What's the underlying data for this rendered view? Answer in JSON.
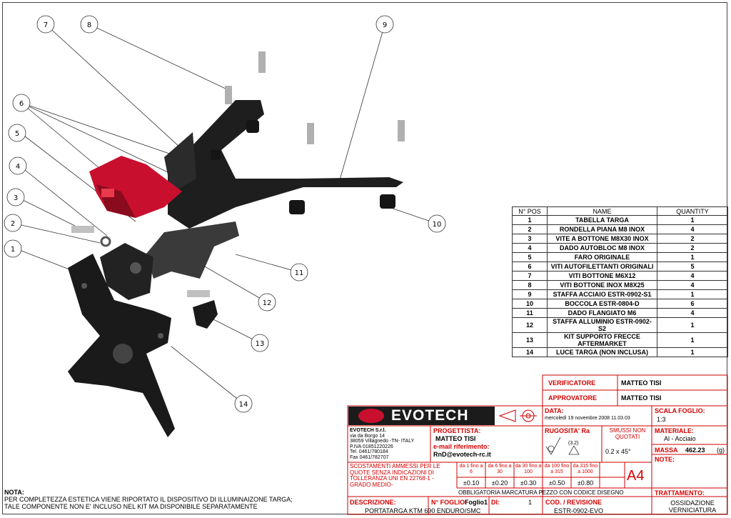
{
  "callouts": [
    "1",
    "2",
    "3",
    "4",
    "5",
    "6",
    "7",
    "8",
    "9",
    "10",
    "11",
    "12",
    "13",
    "14"
  ],
  "bom": {
    "headers": [
      "N° POS",
      "NAME",
      "QUANTITY"
    ],
    "rows": [
      [
        "1",
        "TABELLA TARGA",
        "1"
      ],
      [
        "2",
        "RONDELLA PIANA M8 INOX",
        "4"
      ],
      [
        "3",
        "VITE A BOTTONE M8X30 INOX",
        "2"
      ],
      [
        "4",
        "DADO AUTOBLOC M8 INOX",
        "2"
      ],
      [
        "5",
        "FARO ORIGINALE",
        "1"
      ],
      [
        "6",
        "VITI AUTOFILETTANTI ORIGINALI",
        "5"
      ],
      [
        "7",
        "VITI BOTTONE M6X12",
        "4"
      ],
      [
        "8",
        "VITI BOTTONE INOX M8X25",
        "4"
      ],
      [
        "9",
        "STAFFA ACCIAIO ESTR-0902-S1",
        "1"
      ],
      [
        "10",
        "BOCCOLA ESTR-0804-D",
        "6"
      ],
      [
        "11",
        "DADO FLANGIATO M6",
        "4"
      ],
      [
        "12",
        "STAFFA ALLUMINIO ESTR-0902-S2",
        "1"
      ],
      [
        "13",
        "KIT SUPPORTO FRECCE AFTERMARKET",
        "1"
      ],
      [
        "14",
        "LUCE TARGA (NON INCLUSA)",
        "1"
      ]
    ]
  },
  "verification": {
    "verificatore_label": "VERIFICATORE",
    "verificatore_name": "MATTEO  TISI",
    "approvatore_label": "APPROVATORE",
    "approvatore_name": "MATTEO  TISI"
  },
  "title_block": {
    "logo": "EVOTECH",
    "company": [
      "EVOTECH S.r.l.",
      "via da Borgo 14",
      "38059 Villagnedo -TN- ITALY",
      "P.IVA 01851220226",
      "Tel. 0461/780184",
      "Fax 0461/782707"
    ],
    "progettista_label": "PROGETTISTA:",
    "progettista": "MATTEO  TISI",
    "email_label": "e-mail riferimento:",
    "email": "RnD@evotech-rc.it",
    "data_label": "DATA:",
    "data": "mercoledì 19 novembre 2008 11.03.03",
    "scala_label": "SCALA FOGLIO:",
    "scala": "1:3",
    "rugosita_label": "RUGOSITA' Ra",
    "rugosita_value": "(3.2)",
    "smussi_label": "SMUSSI NON QUOTATI",
    "smussi": "0.2 x 45°",
    "materiale_label": "MATERIALE:",
    "materiale": "Al - Acciaio",
    "massa_label": "MASSA",
    "massa": "462.23",
    "massa_unit": "(g)",
    "note_label": "NOTE:",
    "scostamenti": "SCOSTAMENTI AMMESSI PER LE QUOTE SENZA INDICAZIONI DI TOLLERANZA UNI EN 22768-1 - GRADO MEDIO-",
    "tol_heads": [
      "da 1 fino a 6",
      "da 6 fino a 30",
      "da 30 fino a 100",
      "da 100 fino a 315",
      "da 315 fino a 1000"
    ],
    "tol_values": [
      "±0.10",
      "±0.20",
      "±0.30",
      "±0.50",
      "±0.80"
    ],
    "format": "A4",
    "marking": "OBBLIGATORIA MARCATURA PEZZO CON CODICE DISEGNO",
    "trattamento_label": "TRATTAMENTO:",
    "trattamento": "OSSIDAZIONE VERNICIATURA",
    "descrizione_label": "DESCRIZIONE:",
    "descrizione": "PORTATARGA KTM 690 ENDURO/SMC",
    "foglio_label": "N° FOGLIO:",
    "foglio": "Foglio1",
    "di_label": "DI:",
    "di": "1",
    "cod_label": "COD. / REVISIONE",
    "cod": "ESTR-0902-EVO"
  },
  "nota": {
    "label": "NOTA:",
    "line1": "PER COMPLETEZZA ESTETICA VIENE RIPORTATO IL DISPOSITIVO DI ILLUMINAIZONE TARGA;",
    "line2": "TALE COMPONENTE NON E' INCLUSO NEL KIT MA DISPONIBILE SEPARATAMENTE"
  }
}
